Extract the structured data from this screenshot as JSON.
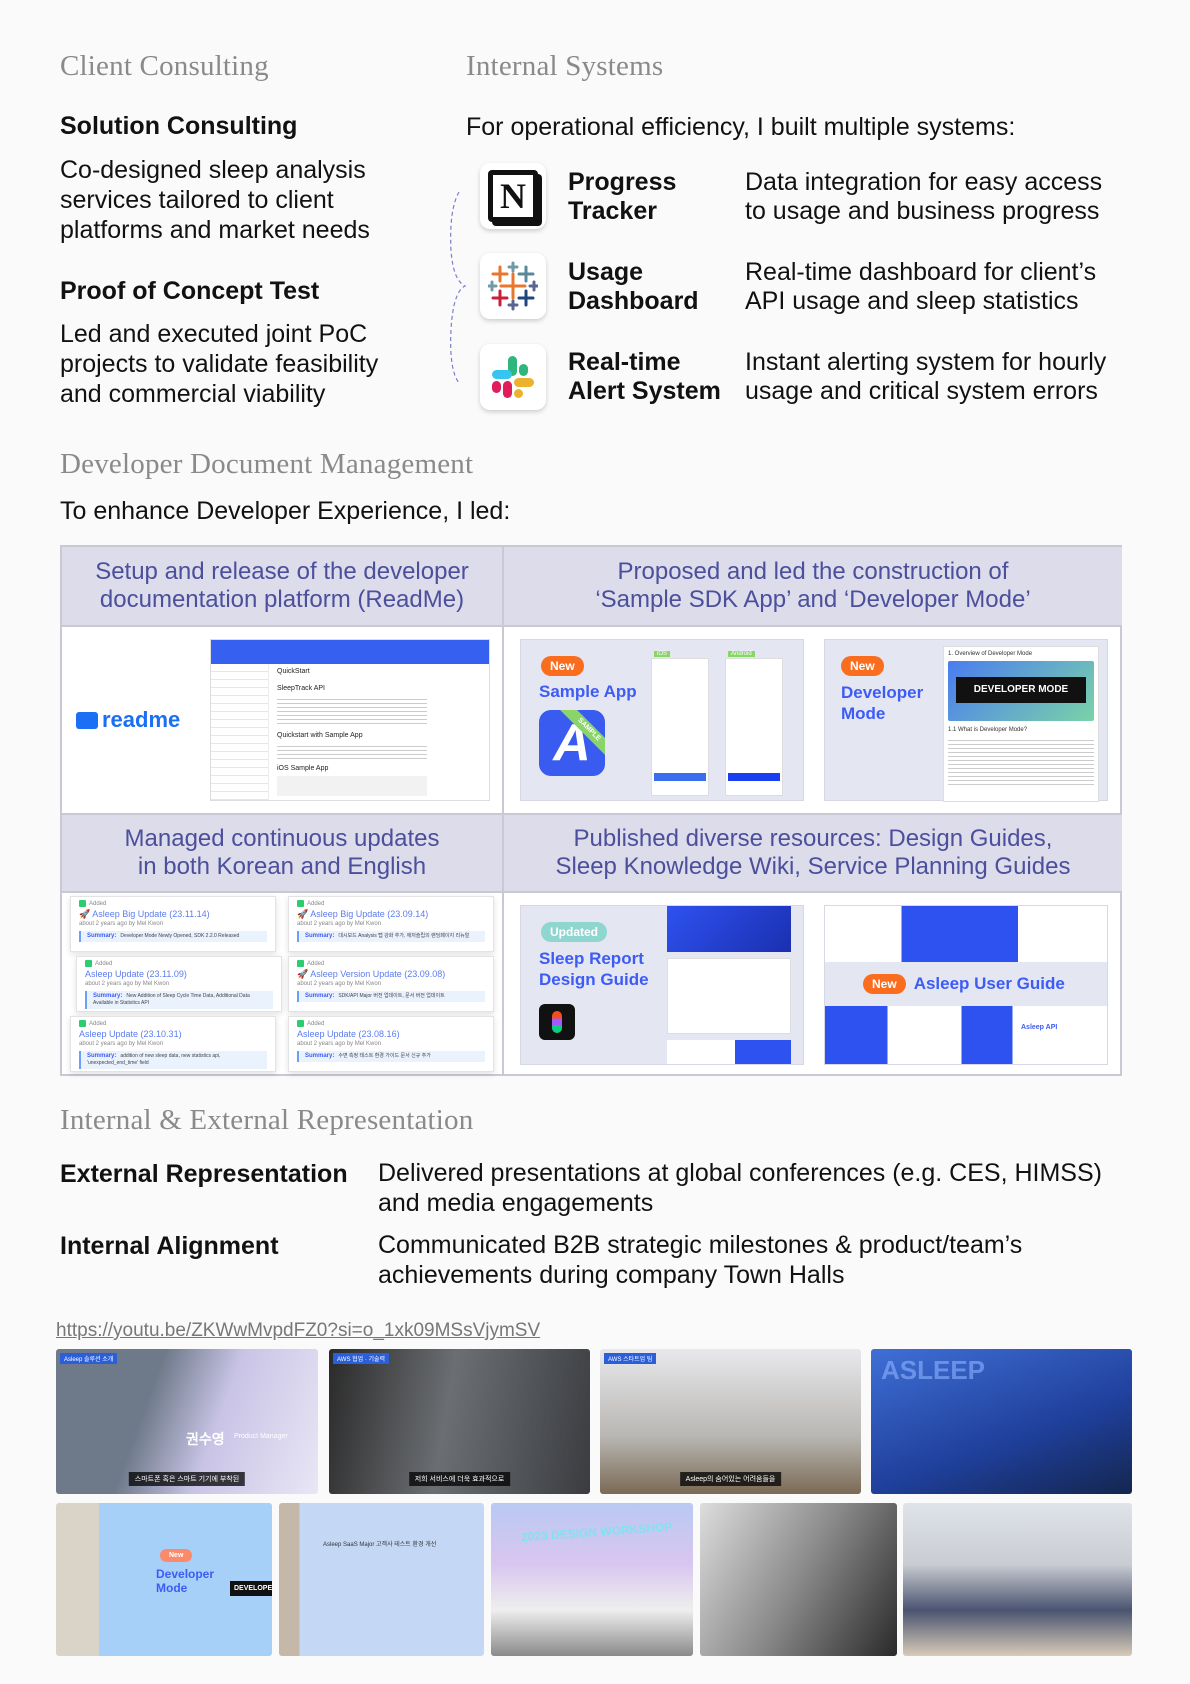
{
  "client_consulting": {
    "heading": "Client Consulting",
    "items": [
      {
        "title": "Solution Consulting",
        "lines": [
          "Co-designed sleep analysis",
          "services tailored to client",
          "platforms and market needs"
        ]
      },
      {
        "title": "Proof of Concept Test",
        "lines": [
          "Led and executed joint PoC",
          "projects to validate feasibility",
          "and commercial viability"
        ]
      }
    ]
  },
  "internal_systems": {
    "heading": "Internal Systems",
    "intro": "For operational efficiency, I built multiple systems:",
    "items": [
      {
        "icon": "notion-icon",
        "title": [
          "Progress",
          "Tracker"
        ],
        "desc": [
          "Data integration for easy access",
          "to usage and business progress"
        ]
      },
      {
        "icon": "tableau-icon",
        "title": [
          "Usage",
          "Dashboard"
        ],
        "desc": [
          "Real-time dashboard for client’s",
          "API usage and sleep statistics"
        ]
      },
      {
        "icon": "slack-icon",
        "title": [
          "Real-time",
          "Alert System"
        ],
        "desc": [
          "Instant alerting system for hourly",
          "usage and critical system errors"
        ]
      }
    ]
  },
  "dev_docs": {
    "heading": "Developer Document Management",
    "intro": "To enhance Developer Experience, I led:",
    "cells": [
      {
        "header": [
          "Setup and release of the developer",
          "documentation platform (ReadMe)"
        ],
        "logo": "readme",
        "doc_title": "QuickStart",
        "doc_sub": "SleepTrack API",
        "doc_h": "Quickstart with Sample App",
        "doc_h2": "iOS Sample App"
      },
      {
        "header": [
          "Proposed and led the construction of",
          "‘Sample SDK App’ and ‘Developer Mode’"
        ],
        "sample": {
          "badge": "New",
          "title": "Sample App",
          "ribbon": "SAMPLE",
          "ios": "iOS",
          "android": "Android"
        },
        "devmode": {
          "badge": "New",
          "title": [
            "Developer",
            "Mode"
          ],
          "overview": "1. Overview of Developer Mode",
          "banner": "DEVELOPER MODE",
          "sub": "1.1 What is Developer Mode?"
        }
      },
      {
        "header": [
          "Managed continuous updates",
          "in both Korean and English"
        ],
        "updates": [
          {
            "title": "🚀 Asleep Big Update (23.11.14)",
            "summary": "Developer Mode Newly Opened, SDK 2.2.0 Released"
          },
          {
            "title": "🚀 Asleep Big Update (23.09.14)",
            "summary": "대시보드 Analysis 탭 강화 추가, 애저슬립의 랜딩페이지 리뉴얼"
          },
          {
            "title": "Asleep Update (23.11.09)",
            "summary": "New Addition of Sleep Cycle Time Data, Additional Data Available in Statistics API"
          },
          {
            "title": "🚀 Asleep Version Update (23.09.08)",
            "summary": "SDK/API Major 버전 업데이트, 문서 버전 업데이트"
          },
          {
            "title": "Asleep Update (23.10.31)",
            "summary": "addition of new sleep data, new statistics api, 'unexpected_end_time' field"
          },
          {
            "title": "Asleep Update (23.08.16)",
            "summary": "수면 측정 테스트 환경 가이드 문서 신규 추가"
          }
        ],
        "added": "Added",
        "meta": "about 2 years ago by Mel Kwon",
        "summary_label": "Summary:"
      },
      {
        "header": [
          "Published diverse resources: Design Guides,",
          "Sleep Knowledge Wiki, Service Planning Guides"
        ],
        "design": {
          "badge": "Updated",
          "title": [
            "Sleep Report",
            "Design Guide"
          ]
        },
        "guide": {
          "badge": "New",
          "title": "Asleep User Guide",
          "api": "Asleep API"
        }
      }
    ]
  },
  "representation": {
    "heading": "Internal & External Representation",
    "items": [
      {
        "title": "External Representation",
        "lines": [
          "Delivered presentations at global conferences (e.g. CES, HIMSS)",
          "and media engagements"
        ]
      },
      {
        "title": "Internal Alignment",
        "lines": [
          "Communicated B2B strategic milestones & product/team’s",
          "achievements during company Town Halls"
        ]
      }
    ],
    "link": "https://youtu.be/ZKWwMvpdFZ0?si=o_1xk09MSsVjymSV"
  },
  "photos": {
    "row1": [
      {
        "tag": "Asleep 솔루션 소개",
        "caption": "스마트폰 혹은 스마트 기기에 부착된",
        "name": "권수영",
        "role": "Product Manager"
      },
      {
        "tag": "AWS 협업 · 기술력",
        "caption": "저희 서비스에 더욱 효과적으로"
      },
      {
        "tag": "AWS 스타트업 팀",
        "caption": "Asleep의 숨어있는 어려움들을"
      },
      {
        "tag": "",
        "caption": "",
        "sign": "ASLEEP"
      }
    ],
    "row2": [
      {
        "badge": "New",
        "title": "Developer Mode",
        "banner": "DEVELOPER"
      },
      {
        "title": "Asleep SaaS Major 고객사 테스트 환경 개선"
      },
      {
        "title": "2023 DESIGN WORKSHOP"
      },
      {},
      {}
    ]
  },
  "colors": {
    "accent": "#3d5cf5",
    "header_text": "#4b4f9c",
    "header_bg": "#dcdcea",
    "new_badge": "#fa6c1e",
    "updated_badge": "#8fd6d0",
    "heading_gray": "#8a8a8a"
  }
}
